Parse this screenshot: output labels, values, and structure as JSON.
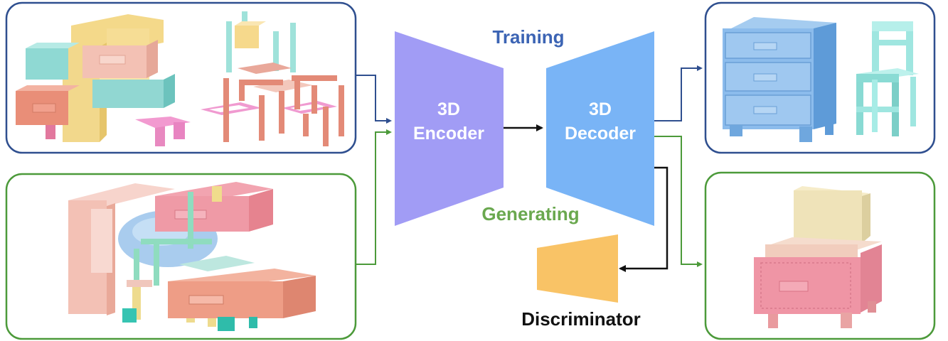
{
  "labels": {
    "training": "Training",
    "generating": "Generating",
    "encoder_line1": "3D",
    "encoder_line2": "Encoder",
    "decoder_line1": "3D",
    "decoder_line2": "Decoder",
    "discriminator": "Discriminator"
  },
  "colors": {
    "training_blue": "#2f4f8f",
    "training_text": "#3c64b4",
    "generating_green": "#4c9a3a",
    "generating_text": "#6aa84f",
    "encoder_fill": "#a19cf5",
    "decoder_fill": "#79b4f6",
    "discriminator_fill": "#f9c366",
    "arrow_black": "#111111"
  },
  "panels": [
    {
      "name": "input-training-panel",
      "stage": "training",
      "content": "colorful-voxel-parts-cabinet-and-chair"
    },
    {
      "name": "input-generating-panel",
      "stage": "generating",
      "content": "colorful-voxel-parts-generated-object"
    },
    {
      "name": "output-training-panel",
      "stage": "training",
      "content": "blue-voxel-cabinet-and-cyan-chair"
    },
    {
      "name": "output-generating-panel",
      "stage": "generating",
      "content": "pink-voxel-dresser-with-mirror"
    }
  ]
}
